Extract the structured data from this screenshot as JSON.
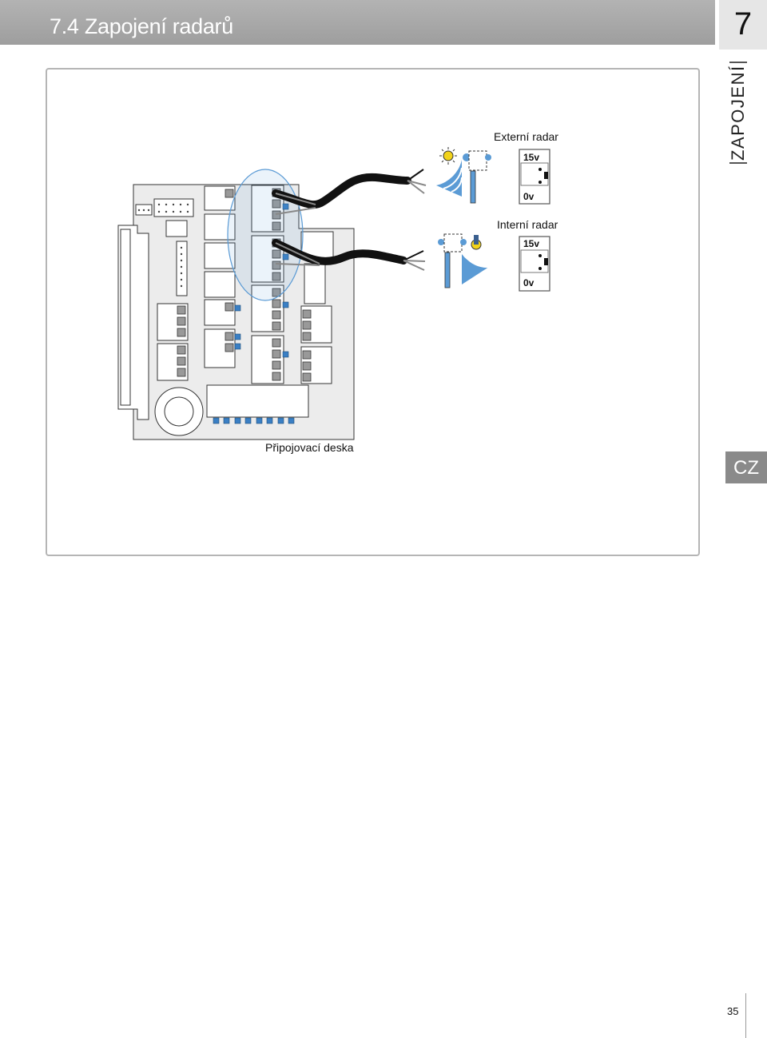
{
  "header": {
    "title": "7.4 Zapojení radarů",
    "chapter_number": "7"
  },
  "side": {
    "section_label": "ZAPOJENÍ",
    "language_tab": "CZ"
  },
  "diagram": {
    "board_caption": "Připojovací deska",
    "external_radar_caption": "Externí radar",
    "internal_radar_caption": "Interní radar",
    "voltage_top": "15v",
    "voltage_bottom": "0v",
    "colors": {
      "highlight": "#5b9bd5",
      "sensor_yellow": "#f2d31b",
      "cable": "#111111",
      "board_gray": "#ececec"
    }
  },
  "footer": {
    "page_number": "35"
  }
}
